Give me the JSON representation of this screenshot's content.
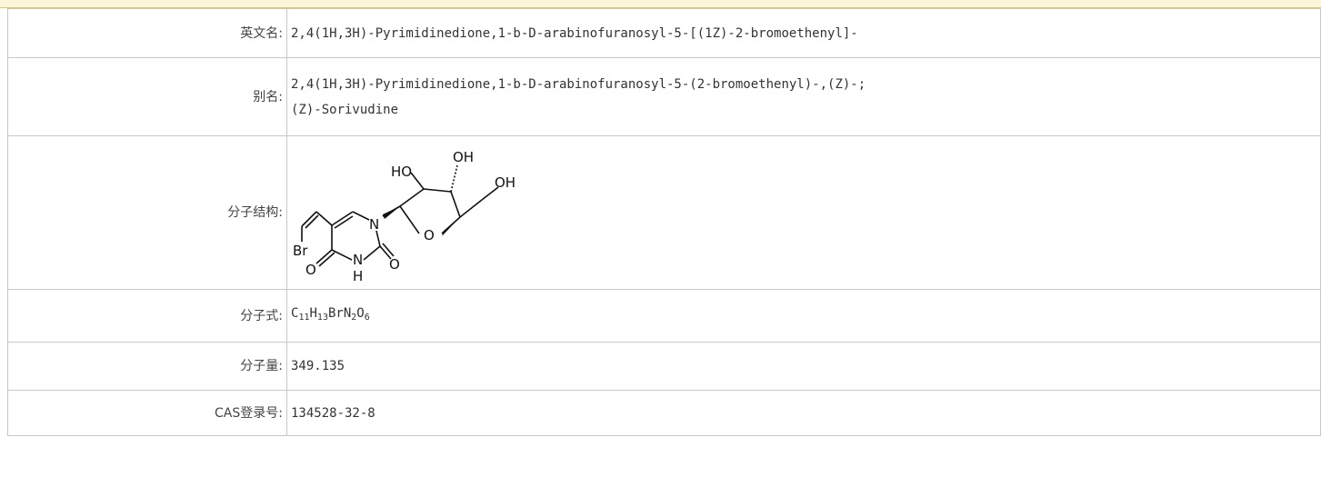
{
  "rows": {
    "english_name": {
      "label": "英文名:",
      "value": "2,4(1H,3H)-Pyrimidinedione,1-b-D-arabinofuranosyl-5-[(1Z)-2-bromoethenyl]-"
    },
    "alias": {
      "label": "别名:",
      "values": [
        "2,4(1H,3H)-Pyrimidinedione,1-b-D-arabinofuranosyl-5-(2-bromoethenyl)-,(Z)-;",
        "(Z)-Sorivudine"
      ]
    },
    "structure": {
      "label": "分子结构:",
      "atoms": {
        "oh_left": "HO",
        "oh_top": "OH",
        "oh_right": "OH",
        "n1": "N",
        "o_ring": "O",
        "br": "Br",
        "o4": "O",
        "nh": "H",
        "n3": "N",
        "o2": "O"
      }
    },
    "formula": {
      "label": "分子式:",
      "parts": [
        {
          "t": "C"
        },
        {
          "s": "11"
        },
        {
          "t": "H"
        },
        {
          "s": "13"
        },
        {
          "t": "BrN"
        },
        {
          "s": "2"
        },
        {
          "t": "O"
        },
        {
          "s": "6"
        }
      ]
    },
    "mol_weight": {
      "label": "分子量:",
      "value": "349.135"
    },
    "cas": {
      "label": "CAS登录号:",
      "value": "134528-32-8"
    }
  }
}
